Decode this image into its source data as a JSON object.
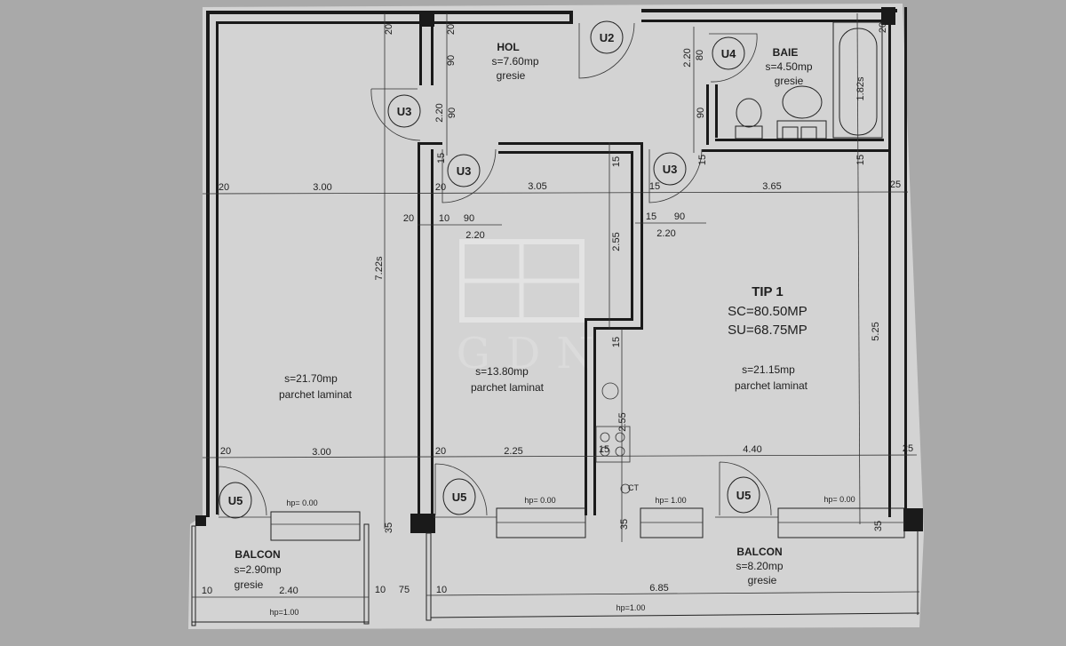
{
  "plan": {
    "watermark": "GDN",
    "summary": {
      "type": "TIP 1",
      "sc": "SC=80.50MP",
      "su": "SU=68.75MP"
    },
    "rooms": {
      "hol": {
        "name": "HOL",
        "area": "s=7.60mp",
        "floor": "gresie"
      },
      "baie": {
        "name": "BAIE",
        "area": "s=4.50mp",
        "floor": "gresie"
      },
      "bedroom_left": {
        "area": "s=21.70mp",
        "floor": "parchet laminat"
      },
      "bedroom_middle": {
        "area": "s=13.80mp",
        "floor": "parchet laminat"
      },
      "living": {
        "area": "s=21.15mp",
        "floor": "parchet laminat"
      },
      "balcon_left": {
        "name": "BALCON",
        "area": "s=2.90mp",
        "floor": "gresie"
      },
      "balcon_right": {
        "name": "BALCON",
        "area": "s=8.20mp",
        "floor": "gresie"
      }
    },
    "doors": [
      "U2",
      "U3",
      "U3",
      "U3",
      "U4",
      "U5",
      "U5",
      "U5"
    ],
    "ct": "CT",
    "sill_heights": [
      "hp= 0.00",
      "hp= 0.00",
      "hp= 1.00",
      "hp= 0.00",
      "hp=1.00",
      "hp=1.00"
    ],
    "dims_h": [
      "20",
      "3.00",
      "20",
      "3.05",
      "15",
      "3.65",
      "25",
      "20",
      "10",
      "90",
      "2.20",
      "15",
      "90",
      "2.20",
      "20",
      "3.00",
      "20",
      "2.25",
      "15",
      "4.40",
      "25",
      "10",
      "2.40",
      "10",
      "75",
      "10",
      "6.85"
    ],
    "dims_v": [
      "20",
      "20",
      "90",
      "2.20",
      "90",
      "2.20",
      "80",
      "90",
      "15",
      "20",
      "1.82s",
      "15",
      "15",
      "2.55",
      "7.22s",
      "5.25",
      "15",
      "2.55",
      "15",
      "35",
      "35",
      "35"
    ]
  }
}
